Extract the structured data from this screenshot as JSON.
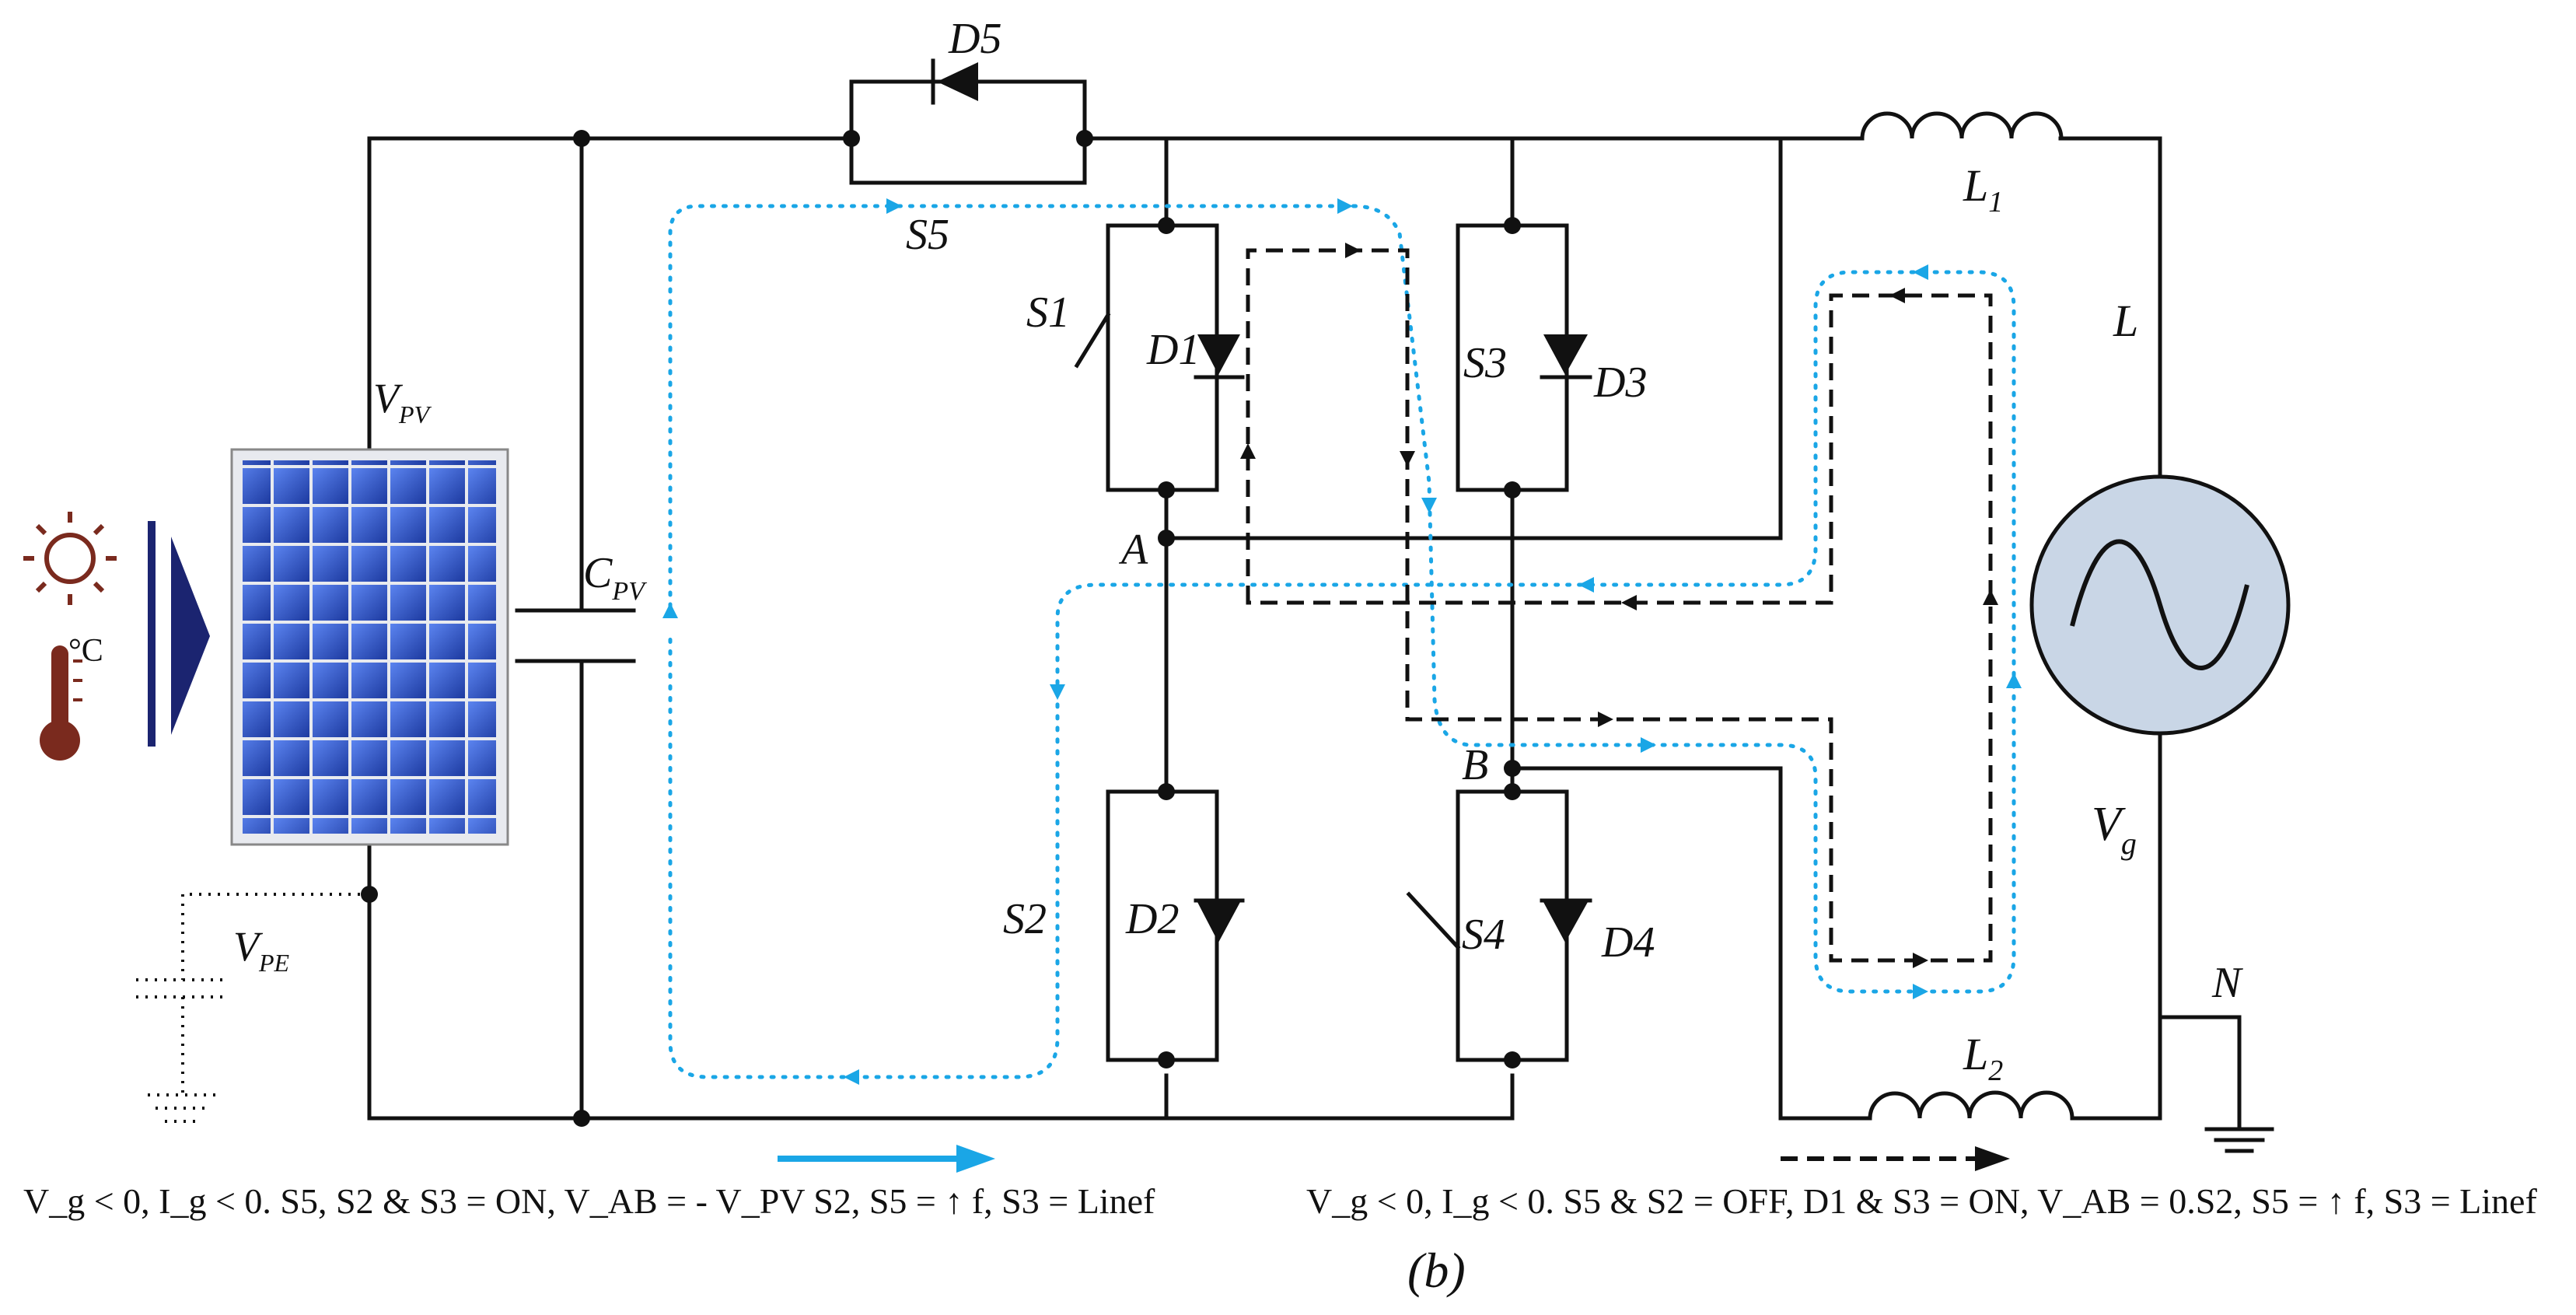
{
  "labels": {
    "d5": "D5",
    "s5": "S5",
    "s1": "S1",
    "d1": "D1",
    "s3": "S3",
    "d3": "D3",
    "l1": "L",
    "l1_sub": "1",
    "l": "L",
    "vpv": "V",
    "vpv_sub": "PV",
    "cpv": "C",
    "cpv_sub": "PV",
    "a": "A",
    "b": "B",
    "s2": "S2",
    "d2": "D2",
    "s4": "S4",
    "d4": "D4",
    "vg": "V",
    "vg_sub": "g",
    "n": "N",
    "l2": "L",
    "l2_sub": "2",
    "vpe": "V",
    "vpe_sub": "PE",
    "degc": "°C"
  },
  "captions": {
    "left": "V_g < 0, I_g < 0.  S5, S2 & S3 = ON,  V_AB = - V_PV S2, S5 = ↑ f, S3 = Linef",
    "right": "V_g < 0, I_g < 0.  S5 & S2 = OFF, D1 & S3 = ON,  V_AB = 0.S2, S5 = ↑ f, S3 = Linef",
    "subfig": "(b)"
  },
  "colors": {
    "wire": "#111111",
    "current_path_blue": "#1aa6e6",
    "panel_blue": "#2d56c9",
    "source_fill": "#c9d6e6",
    "thermo": "#7a2a1e",
    "sun": "#7a2a1e"
  }
}
